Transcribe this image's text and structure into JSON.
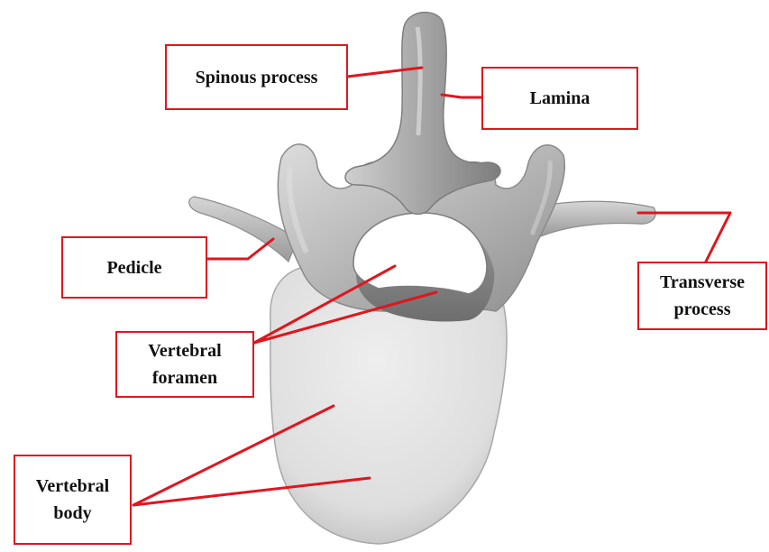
{
  "diagram": {
    "labels": {
      "spinous_process": "Spinous process",
      "lamina": "Lamina",
      "pedicle": "Pedicle",
      "transverse_process_line1": "Transverse",
      "transverse_process_line2": "process",
      "vertebral_foramen_line1": "Vertebral",
      "vertebral_foramen_line2": "foramen",
      "vertebral_body_line1": "Vertebral",
      "vertebral_body_line2": "body"
    },
    "colors": {
      "label_border": "#e0161e",
      "leader_line": "#e0161e",
      "bone_light": "#e8e8e8",
      "bone_mid": "#c4c4c4",
      "bone_dark": "#8a8a8a",
      "background": "#ffffff"
    }
  }
}
